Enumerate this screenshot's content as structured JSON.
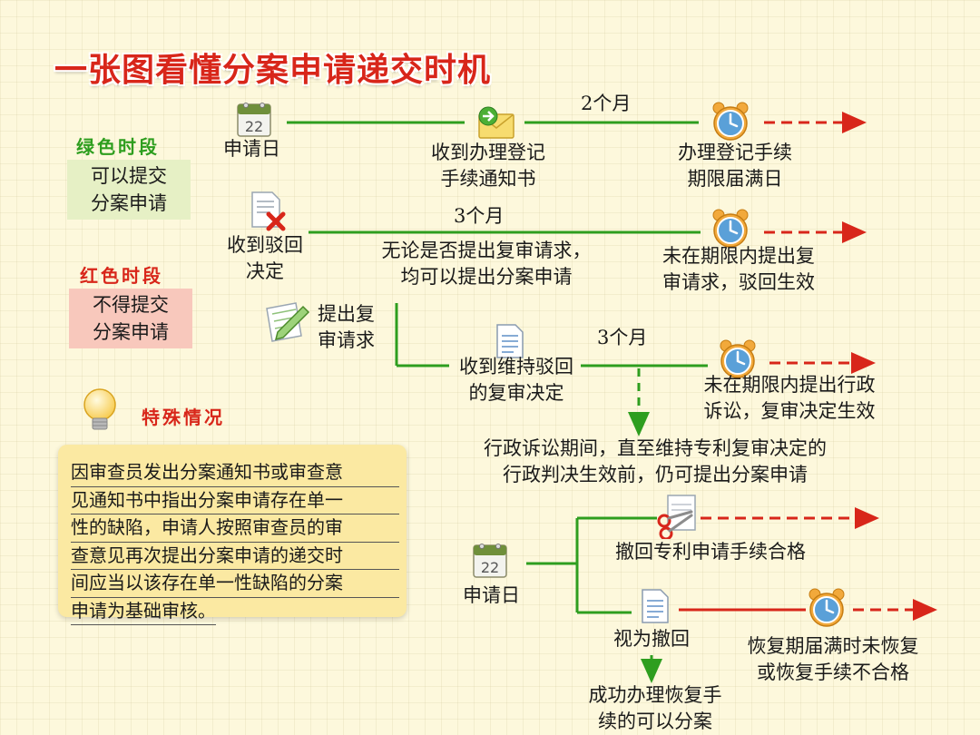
{
  "title": "一张图看懂分案申请递交时机",
  "legend": {
    "green": {
      "title": "绿色时段",
      "box": [
        "可以提交",
        "分案申请"
      ],
      "color": "#2e9e1f"
    },
    "red": {
      "title": "红色时段",
      "box": [
        "不得提交",
        "分案申请"
      ],
      "color": "#d8261a"
    },
    "special": {
      "title": "特殊情况",
      "lines": [
        "因审查员发出分案通知书或审查意",
        "见通知书中指出分案申请存在单一",
        "性的缺陷，申请人按照审查员的审",
        "查意见再次提出分案申请的递交时",
        "间应当以该存在单一性缺陷的分案",
        "申请为基础审核。"
      ]
    }
  },
  "row1": {
    "start": "申请日",
    "middle": [
      "收到办理登记",
      "手续通知书"
    ],
    "duration": "2个月",
    "end": [
      "办理登记手续",
      "期限届满日"
    ]
  },
  "row2": {
    "start": [
      "收到驳回",
      "决定"
    ],
    "duration": "3个月",
    "middle": [
      "无论是否提出复审请求，",
      "均可以提出分案申请"
    ],
    "end": [
      "未在期限内提出复",
      "审请求，驳回生效"
    ]
  },
  "row3": {
    "start": [
      "提出复",
      "审请求"
    ],
    "middle": [
      "收到维持驳回",
      "的复审决定"
    ],
    "duration": "3个月",
    "end": [
      "未在期限内提出行政",
      "诉讼，复审决定生效"
    ],
    "note": [
      "行政诉讼期间，直至维持专利复审决定的",
      "行政判决生效前，仍可提出分案申请"
    ]
  },
  "row4": {
    "start": "申请日",
    "branch_top": "撤回专利申请手续合格",
    "branch_bottom": "视为撤回",
    "end": [
      "恢复期届满时未恢复",
      "或恢复手续不合格"
    ],
    "below": [
      "成功办理恢复手",
      "续的可以分案"
    ]
  },
  "calendar_day": "22",
  "colors": {
    "green": "#2e9e1f",
    "red": "#d8261a",
    "green_box": "#e6f0c5",
    "red_box": "#f8c8bc",
    "note_box": "#fbe9a2"
  }
}
